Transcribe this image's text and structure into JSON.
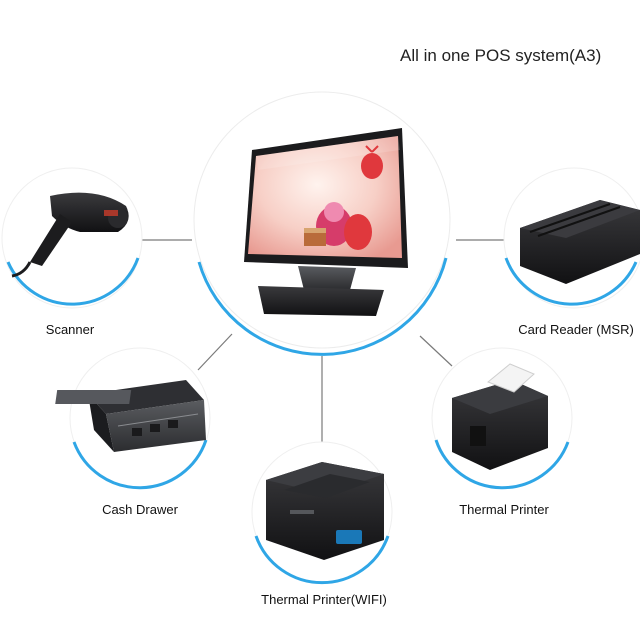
{
  "title": "All in one POS system(A3)",
  "colors": {
    "ring_blue": "#2fa6e6",
    "connector": "#7a7a7a",
    "device_black": "#1d1d1f",
    "screen_pink": "#f3b8b2"
  },
  "devices": {
    "center": {
      "name": "pos-terminal"
    },
    "scanner": {
      "label": "Scanner"
    },
    "card_reader": {
      "label": "Card Reader (MSR)"
    },
    "cash_drawer": {
      "label": "Cash Drawer"
    },
    "thermal_printer": {
      "label": "Thermal Printer"
    },
    "thermal_printer_wifi": {
      "label": "Thermal Printer(WIFI)"
    }
  }
}
